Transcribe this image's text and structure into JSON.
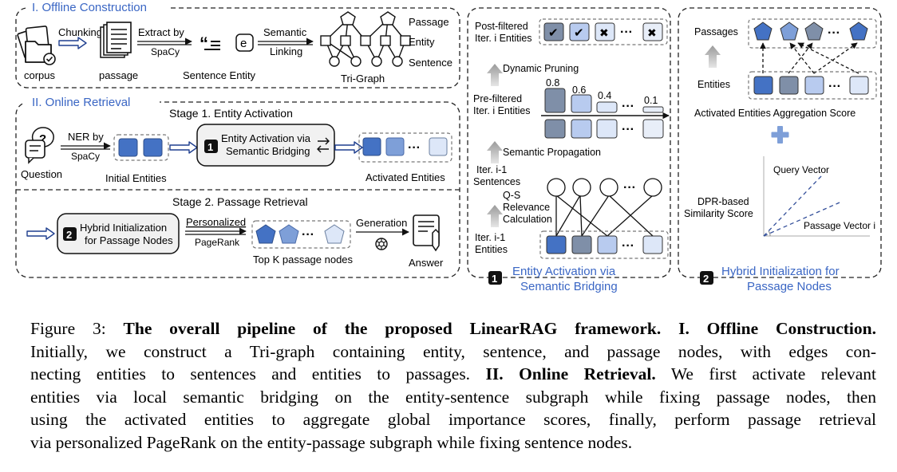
{
  "offline": {
    "title": "I. Offline Construction",
    "chunking": "Chunking",
    "extract_by": "Extract by",
    "spacy": "SpaCy",
    "semantic": "Semantic",
    "linking": "Linking",
    "corpus": "corpus",
    "passage": "passage",
    "sentence_entity": "Sentence Entity",
    "tri_graph": "Tri-Graph",
    "legend_passage": "Passage",
    "legend_entity": "Entity",
    "legend_sentence": "Sentence",
    "quote_glyph": "“",
    "e_glyph": "e"
  },
  "online": {
    "title": "II. Online Retrieval",
    "stage1": "Stage 1. Entity Activation",
    "ner_by": "NER by",
    "spacy": "SpaCy",
    "question": "Question",
    "initial_entities": "Initial Entities",
    "activation_line1": "Entity Activation via",
    "activation_line2": "Semantic Bridging",
    "activated_entities": "Activated Entities",
    "stage2": "Stage 2. Passage Retrieval",
    "hybrid_line1": "Hybrid Initialization",
    "hybrid_line2": "for Passage Nodes",
    "personalized": "Personalized",
    "pagerank": "PageRank",
    "top_k": "Top K passage nodes",
    "generation": "Generation",
    "answer": "Answer",
    "badge1": "1",
    "badge2": "2",
    "dots": "···"
  },
  "panel1": {
    "post_filtered_1": "Post-filtered",
    "post_filtered_2": "Iter. i Entities",
    "dynamic_pruning": "Dynamic Pruning",
    "pre_filtered_1": "Pre-filtered",
    "pre_filtered_2": "Iter. i Entities",
    "score_08": "0.8",
    "score_06": "0.6",
    "score_04": "0.4",
    "score_01": "0.1",
    "semantic_propagation": "Semantic Propagation",
    "iter_sent_1": "Iter. i-1",
    "iter_sent_2": "Sentences",
    "qs_1": "Q-S",
    "qs_2": "Relevance",
    "qs_3": "Calculation",
    "iter_ent_1": "Iter. i-1",
    "iter_ent_2": "Entities",
    "footer_1": "Entity Activation via",
    "footer_2": "Semantic Bridging",
    "badge": "1",
    "check": "✔",
    "cross": "✖"
  },
  "panel2": {
    "passages": "Passages",
    "entities": "Entities",
    "aggregation": "Activated Entities Aggregation Score",
    "query_vector": "Query Vector",
    "dpr_1": "DPR-based",
    "dpr_2": "Similarity Score",
    "passage_vector": "Passage Vector i",
    "footer_1": "Hybrid Initialization for",
    "footer_2": "Passage Nodes",
    "badge": "2"
  },
  "caption": {
    "fig_label": "Figure 3:",
    "bold_title": "The overall pipeline of the proposed LinearRAG framework. I. Offline Construction.",
    "line2": "Initially, we construct a Tri-graph containing entity, sentence, and passage nodes, with edges con-",
    "line3a": "necting entities to sentences and entities to passages.",
    "line3b": "II. Online Retrieval.",
    "line3c": "We first activate relevant",
    "line4": "entities via local semantic bridging on the entity-sentence subgraph while fixing passage nodes, then",
    "line5": "using the activated entities to aggregate global importance scores, finally, perform passage retrieval",
    "line6": "via personalized PageRank on the entity-passage subgraph while fixing sentence nodes."
  },
  "colors": {
    "blue_dark": "#4472c4",
    "blue_mid": "#7e9fd8",
    "blue_light": "#b8cbef",
    "blue_pale": "#dde7f8",
    "gray_node": "#7f8fa8",
    "title_blue": "#3a66c4"
  }
}
